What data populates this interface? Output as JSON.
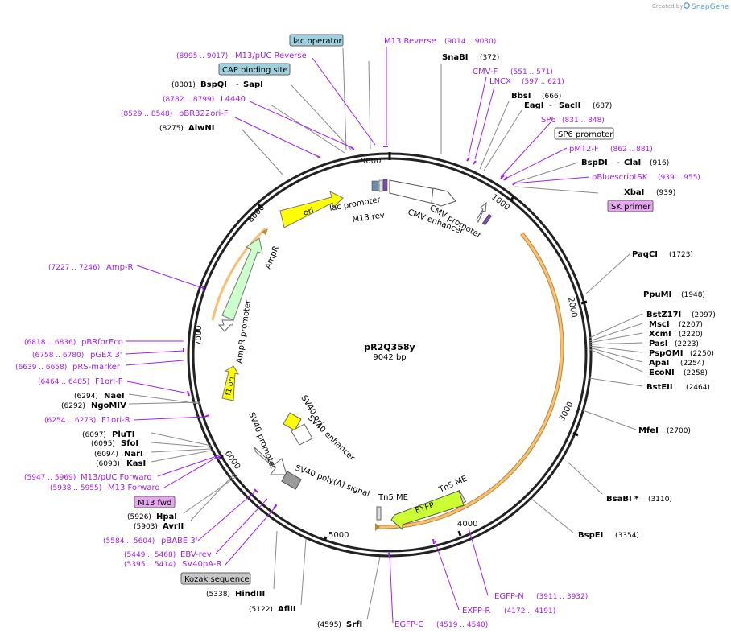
{
  "header": {
    "created_by": "Created by",
    "brand": "SnapGene"
  },
  "plasmid": {
    "name": "pR2Q358y",
    "size": "9042 bp"
  },
  "ring_ticks": [
    "9000",
    "1000",
    "2000",
    "3000",
    "4000",
    "5000",
    "6000",
    "7000",
    "8000"
  ],
  "enzymes": [
    {
      "name": "SnaBI",
      "pos": "(372)"
    },
    {
      "name": "BbsI",
      "pos": "(666)"
    },
    {
      "name": "EagI",
      "name2": "SacII",
      "pos": "(687)"
    },
    {
      "name": "BspDI",
      "name2": "ClaI",
      "pos": "(916)"
    },
    {
      "name": "XbaI",
      "pos": "(939)"
    },
    {
      "name": "PaqCI",
      "pos": "(1723)"
    },
    {
      "name": "PpuMI",
      "pos": "(1948)"
    },
    {
      "name": "BstZ17I",
      "pos": "(2097)"
    },
    {
      "name": "MscI",
      "pos": "(2207)"
    },
    {
      "name": "XcmI",
      "pos": "(2220)"
    },
    {
      "name": "PasI",
      "pos": "(2223)"
    },
    {
      "name": "PspOMI",
      "pos": "(2250)"
    },
    {
      "name": "ApaI",
      "pos": "(2254)"
    },
    {
      "name": "EcoNI",
      "pos": "(2258)"
    },
    {
      "name": "BstEII",
      "pos": "(2464)"
    },
    {
      "name": "MfeI",
      "pos": "(2700)"
    },
    {
      "name": "BsaBI *",
      "pos": "(3110)"
    },
    {
      "name": "BspEI",
      "pos": "(3354)"
    },
    {
      "name": "SrfI",
      "pos": "(4595)"
    },
    {
      "name": "AflII",
      "pos": "(5122)"
    },
    {
      "name": "HindIII",
      "pos": "(5338)"
    },
    {
      "name": "AvrII",
      "pos": "(5903)"
    },
    {
      "name": "HpaI",
      "pos": "(5926)"
    },
    {
      "name": "KasI",
      "pos": "(6093)"
    },
    {
      "name": "NarI",
      "pos": "(6094)"
    },
    {
      "name": "SfoI",
      "pos": "(6095)"
    },
    {
      "name": "PluTI",
      "pos": "(6097)"
    },
    {
      "name": "NgoMIV",
      "pos": "(6292)"
    },
    {
      "name": "NaeI",
      "pos": "(6294)"
    },
    {
      "name": "AlwNI",
      "pos": "(8275)"
    },
    {
      "name": "BspQI",
      "name2": "SapI",
      "pos": "(8801)"
    }
  ],
  "primers": [
    {
      "name": "M13 Reverse",
      "range": "(9014 .. 9030)"
    },
    {
      "name": "CMV-F",
      "range": "(551 .. 571)"
    },
    {
      "name": "LNCX",
      "range": "(597 .. 621)"
    },
    {
      "name": "SP6",
      "range": "(831 .. 848)"
    },
    {
      "name": "pMT2-F",
      "range": "(862 .. 881)"
    },
    {
      "name": "pBluescriptSK",
      "range": "(939 .. 955)"
    },
    {
      "name": "EGFP-N",
      "range": "(3911 .. 3932)"
    },
    {
      "name": "EXFP-R",
      "range": "(4172 .. 4191)"
    },
    {
      "name": "EGFP-C",
      "range": "(4519 .. 4540)"
    },
    {
      "name": "SV40pA-R",
      "range": "(5395 .. 5414)"
    },
    {
      "name": "EBV-rev",
      "range": "(5449 .. 5468)"
    },
    {
      "name": "pBABE 3'",
      "range": "(5584 .. 5604)"
    },
    {
      "name": "M13 Forward",
      "range": "(5938 .. 5955)"
    },
    {
      "name": "M13/pUC Forward",
      "range": "(5947 .. 5969)"
    },
    {
      "name": "F1ori-R",
      "range": "(6254 .. 6273)"
    },
    {
      "name": "F1ori-F",
      "range": "(6464 .. 6485)"
    },
    {
      "name": "pRS-marker",
      "range": "(6639 .. 6658)"
    },
    {
      "name": "pGEX 3'",
      "range": "(6758 .. 6780)"
    },
    {
      "name": "pBRforEco",
      "range": "(6818 .. 6836)"
    },
    {
      "name": "Amp-R",
      "range": "(7227 .. 7246)"
    },
    {
      "name": "pBR322ori-F",
      "range": "(8529 .. 8548)"
    },
    {
      "name": "L4440",
      "range": "(8782 .. 8799)"
    },
    {
      "name": "M13/pUC Reverse",
      "range": "(8995 .. 9017)"
    }
  ],
  "boxed_labels": {
    "lac_operator": "lac operator",
    "cap_binding_site": "CAP binding site",
    "sp6_promoter": "SP6 promoter",
    "sk_primer": "SK primer",
    "m13_fwd": "M13 fwd",
    "kozak_sequence": "Kozak sequence"
  },
  "features": {
    "ori": "ori",
    "ampr": "AmpR",
    "ampr_promoter": "AmpR promoter",
    "f1_ori": "f1 ori",
    "lac_promoter": "lac promoter",
    "m13_rev": "M13 rev",
    "cmv_enhancer": "CMV enhancer",
    "cmv_promoter": "CMV promoter",
    "sv40_ori": "SV40 ori",
    "sv40_enhancer": "SV40 enhancer",
    "sv40_promoter": "SV40 promoter",
    "sv40_polya": "SV40 poly(A) signal",
    "tn5_me_1": "Tn5 ME",
    "tn5_me_2": "Tn5 ME",
    "eyfp": "EYFP"
  },
  "colors": {
    "enzyme_text": "#000000",
    "primer_text": "#a020f0",
    "ori_fill": "#ffff00",
    "ampr_fill": "#ccffcc",
    "eyfp_fill": "#ccff33",
    "orf_arc": "#f0a030",
    "lac_operator_box": "#9fd0e0",
    "primer_box": "#e6a6f0",
    "kozak_box": "#c8c8c8"
  }
}
